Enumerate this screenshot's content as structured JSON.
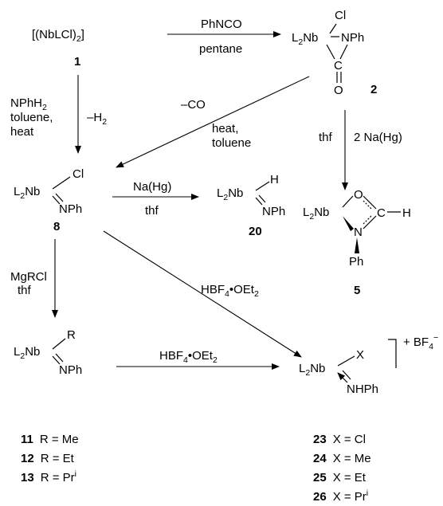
{
  "compounds": {
    "c1": {
      "formula": "[(NbLCl)",
      "sub": "2",
      "close": "]",
      "number": "1"
    },
    "c2": {
      "cl": "Cl",
      "nb": "L",
      "nb_sub": "2",
      "nb_rest": "Nb",
      "nph": "NPh",
      "c": "C",
      "o": "O",
      "number": "2"
    },
    "c8": {
      "nb": "L",
      "nb_sub": "2",
      "nb_rest": "Nb",
      "cl": "Cl",
      "nph": "NPh",
      "number": "8"
    },
    "c20": {
      "nb": "L",
      "nb_sub": "2",
      "nb_rest": "Nb",
      "h": "H",
      "nph": "NPh",
      "number": "20"
    },
    "c5": {
      "nb": "L",
      "nb_sub": "2",
      "nb_rest": "Nb",
      "o": "O",
      "c": "C",
      "h": "H",
      "n": "N",
      "ph": "Ph",
      "number": "5"
    },
    "c11": {
      "nb": "L",
      "nb_sub": "2",
      "nb_rest": "Nb",
      "r": "R",
      "nph": "NPh"
    },
    "c23": {
      "nb": "L",
      "nb_sub": "2",
      "nb_rest": "Nb",
      "x": "X",
      "nhph": "NHPh",
      "counter": "+ BF",
      "counter_sub": "4",
      "counter_sup": "−"
    }
  },
  "reagents": {
    "r1_top": "PhNCO",
    "r1_bottom": "pentane",
    "r2_line1": "NPhH",
    "r2_line1_sub": "2",
    "r2_line2": "toluene,",
    "r2_line3": "heat",
    "r2_minus": "–H",
    "r2_minus_sub": "2",
    "r3_co": "–CO",
    "r3_heat": "heat,",
    "r3_toluene": "toluene",
    "r4_thf": "thf",
    "r4_na": "2 Na(Hg)",
    "r5_top": "Na(Hg)",
    "r5_bottom": "thf",
    "r6": "HBF",
    "r6_sub": "4",
    "r6_rest": "•OEt",
    "r6_sub2": "2",
    "r7_line1": "MgRCl",
    "r7_line2": "thf",
    "r8": "HBF",
    "r8_sub": "4",
    "r8_rest": "•OEt",
    "r8_sub2": "2"
  },
  "legend_left": [
    {
      "num": "11",
      "text": "R = Me"
    },
    {
      "num": "12",
      "text": "R = Et"
    },
    {
      "num": "13",
      "text": "R = Pr",
      "sup": "i"
    }
  ],
  "legend_right": [
    {
      "num": "23",
      "text": "X = Cl"
    },
    {
      "num": "24",
      "text": "X = Me"
    },
    {
      "num": "25",
      "text": "X = Et"
    },
    {
      "num": "26",
      "text": "X = Pr",
      "sup": "i"
    }
  ]
}
